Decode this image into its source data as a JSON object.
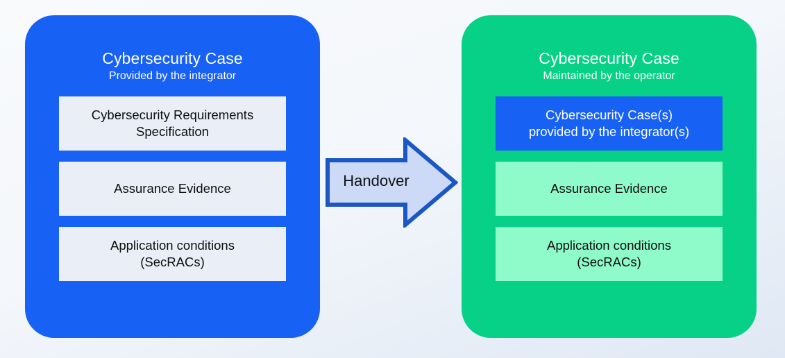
{
  "colors": {
    "blue": "#1761f5",
    "green": "#06d186",
    "pale_blue": "#eaeff7",
    "pale_green": "#8ffbca",
    "arrow_fill": "#ccd9f7",
    "arrow_stroke": "#1a56c4",
    "background": "#f5f8fb",
    "text_dark": "#0d0d0d",
    "text_light": "#ffffff"
  },
  "left_card": {
    "title": "Cybersecurity Case",
    "subtitle": "Provided by the integrator",
    "items": [
      {
        "label": "Cybersecurity Requirements\nSpecification"
      },
      {
        "label": "Assurance Evidence"
      },
      {
        "label": "Application conditions\n(SecRACs)"
      }
    ]
  },
  "connector": {
    "label": "Handover",
    "icon": "right-arrow-icon",
    "direction": "left-to-right"
  },
  "right_card": {
    "title": "Cybersecurity Case",
    "subtitle": "Maintained by the operator",
    "items": [
      {
        "label": "Cybersecurity Case(s)\nprovided by the integrator(s)"
      },
      {
        "label": "Assurance Evidence"
      },
      {
        "label": "Application conditions\n(SecRACs)"
      }
    ]
  }
}
